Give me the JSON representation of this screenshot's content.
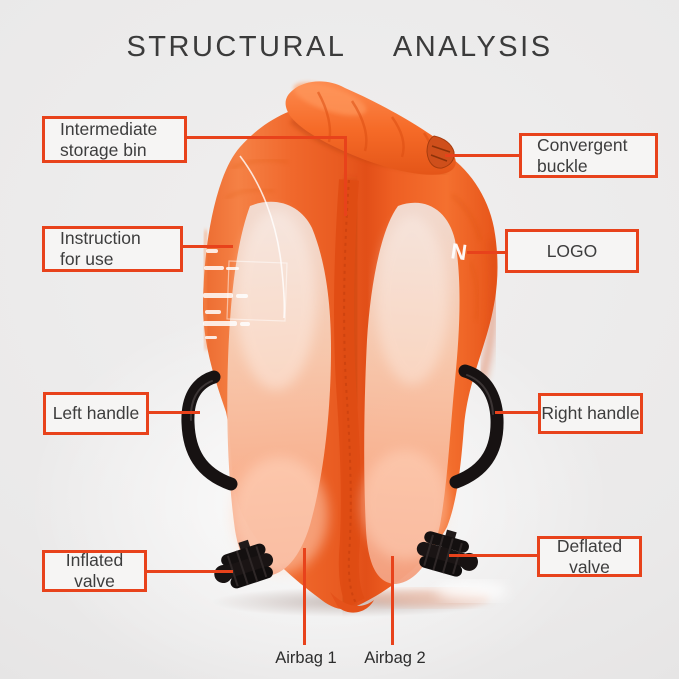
{
  "title": "STRUCTURAL  ANALYSIS",
  "callouts": {
    "intermediate_storage_bin": "Intermediate\nstorage bin",
    "convergent_buckle": "Convergent\nbuckle",
    "instruction_for_use": "Instruction\nfor use",
    "logo": "LOGO",
    "left_handle": "Left handle",
    "right_handle": "Right handle",
    "inflated_valve": "Inflated  valve",
    "deflated_valve": "Deflated valve",
    "airbag_1": "Airbag 1",
    "airbag_2": "Airbag 2"
  },
  "product": {
    "logo_mark": "N"
  },
  "colors": {
    "accent_line": "#e8421b",
    "callout_fill": "#f6f5f4",
    "buoy_orange": "#f0662a",
    "buoy_orange_bright": "#f98043",
    "buoy_seam": "#e04c14",
    "airbag_panel_top": "#f1ddd4",
    "airbag_panel_bottom": "#f3a181",
    "handle_black": "#171212",
    "background": "#eae9e9",
    "text": "#3d3d3d"
  }
}
